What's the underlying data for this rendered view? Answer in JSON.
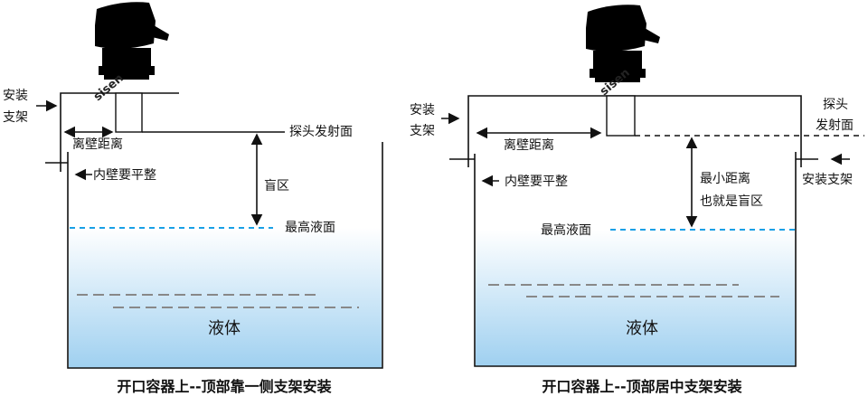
{
  "left": {
    "mount_bracket": "安装\n支架",
    "mount_bracket_lines": [
      "安装",
      "支架"
    ],
    "wall_distance": "离壁距离",
    "inner_wall_flat": "内壁要平整",
    "probe_face": "探头发射面",
    "blind_zone": "盲区",
    "max_level": "最高液面",
    "liquid": "液体",
    "caption": "开口容器上--顶部靠一侧支架安装"
  },
  "right": {
    "mount_bracket_lines": [
      "安装",
      "支架"
    ],
    "wall_distance": "离壁距离",
    "inner_wall_flat": "内壁要平整",
    "probe_face_lines": [
      "探头",
      "发射面"
    ],
    "min_distance_lines": [
      "最小距离",
      "也就是盲区"
    ],
    "mount_bracket_right": "安装支架",
    "max_level": "最高液面",
    "liquid": "液体",
    "caption": "开口容器上--顶部居中支架安装"
  },
  "logo_text": "sisen",
  "colors": {
    "max_level": "#1aa0e6",
    "liquid_top": "#ffffff",
    "liquid_bottom": "#9fd0f0"
  }
}
